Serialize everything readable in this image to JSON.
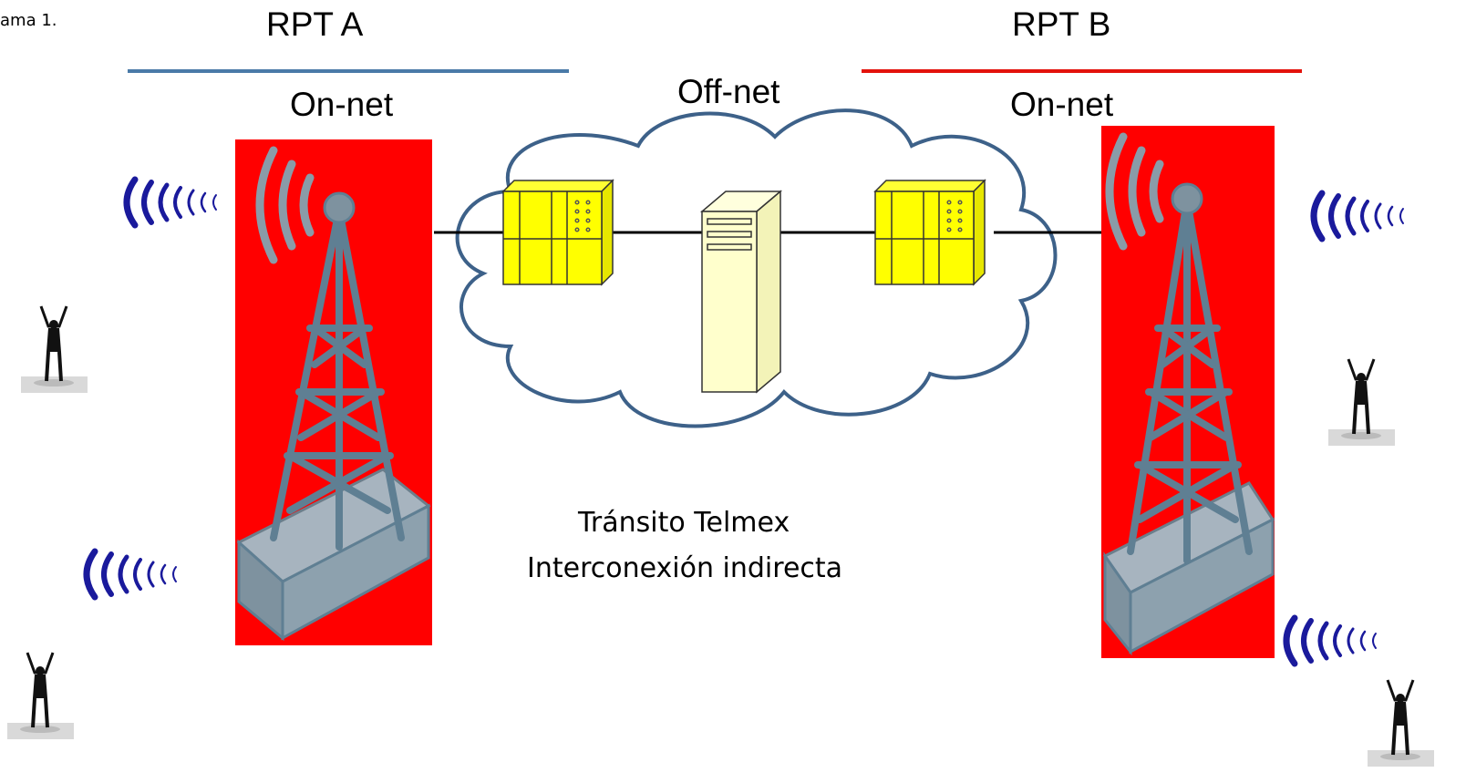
{
  "diagram": {
    "caption": "ama 1.",
    "network_a": {
      "title": "RPT A",
      "zone": "On-net",
      "line_color": "#4a7aa8"
    },
    "network_b": {
      "title": "RPT B",
      "zone": "On-net",
      "line_color": "#e3120b"
    },
    "cloud": {
      "label": "Off-net"
    },
    "transit_lines": [
      "Tránsito Telmex",
      "Interconexión indirecta"
    ],
    "colors": {
      "tower_background": "#ff0000",
      "switch_fill": "#ffff00",
      "server_fill": "#ffffcc",
      "cloud_stroke": "#3d6189",
      "signal_waves": "#1a1a9c",
      "tower_steel": "#5f7f93"
    },
    "icons": {
      "tower": "cell-tower-icon",
      "switch": "switch-icon",
      "server": "server-icon",
      "user": "person-icon",
      "signal": "signal-waves-icon"
    }
  }
}
